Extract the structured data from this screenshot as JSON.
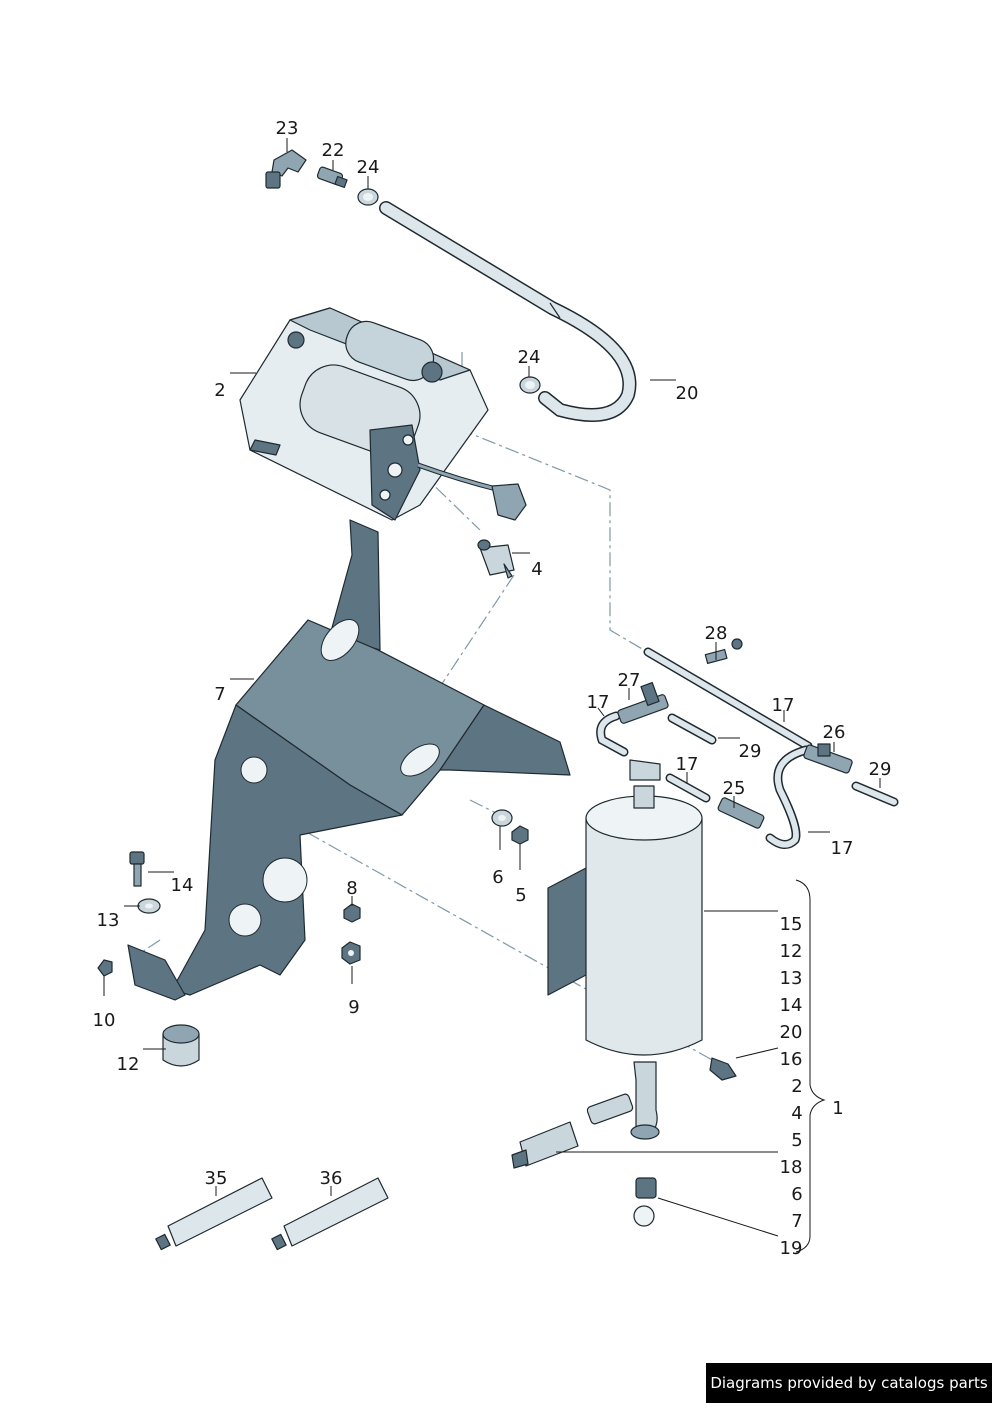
{
  "callouts": [
    {
      "id": "c23",
      "text": "23"
    },
    {
      "id": "c22",
      "text": "22"
    },
    {
      "id": "c24a",
      "text": "24"
    },
    {
      "id": "c24b",
      "text": "24"
    },
    {
      "id": "c20",
      "text": "20"
    },
    {
      "id": "c2",
      "text": "2"
    },
    {
      "id": "c4",
      "text": "4"
    },
    {
      "id": "c7",
      "text": "7"
    },
    {
      "id": "c28",
      "text": "28"
    },
    {
      "id": "c27",
      "text": "27"
    },
    {
      "id": "c17a",
      "text": "17"
    },
    {
      "id": "c17b",
      "text": "17"
    },
    {
      "id": "c17c",
      "text": "17"
    },
    {
      "id": "c17d",
      "text": "17"
    },
    {
      "id": "c29a",
      "text": "29"
    },
    {
      "id": "c29b",
      "text": "29"
    },
    {
      "id": "c26",
      "text": "26"
    },
    {
      "id": "c25",
      "text": "25"
    },
    {
      "id": "c6",
      "text": "6"
    },
    {
      "id": "c5",
      "text": "5"
    },
    {
      "id": "c14",
      "text": "14"
    },
    {
      "id": "c13",
      "text": "13"
    },
    {
      "id": "c10",
      "text": "10"
    },
    {
      "id": "c12",
      "text": "12"
    },
    {
      "id": "c8",
      "text": "8"
    },
    {
      "id": "c9",
      "text": "9"
    },
    {
      "id": "c35",
      "text": "35"
    },
    {
      "id": "c36",
      "text": "36"
    }
  ],
  "kit_list": {
    "items": [
      "15",
      "12",
      "13",
      "14",
      "20",
      "16",
      "2",
      "4",
      "5",
      "18",
      "6",
      "7",
      "19"
    ],
    "kit_number": "1"
  },
  "credit": "Diagrams provided by catalogs parts"
}
